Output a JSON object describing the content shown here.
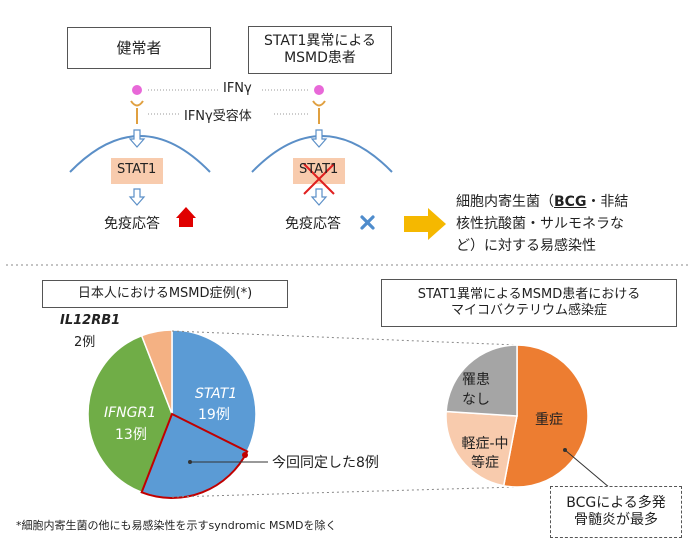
{
  "top": {
    "healthy_label": "健常者",
    "patient_label_line1": "STAT1異常による",
    "patient_label_line2": "MSMD患者",
    "ifng_label": "IFNγ",
    "receptor_label": "IFNγ受容体",
    "stat1_label": "STAT1",
    "immune_label": "免疫応答",
    "result_line1": "細胞内寄生菌（",
    "result_bcg": "BCG",
    "result_line1_tail": "・非結",
    "result_line2": "核性抗酸菌・サルモネラな",
    "result_line3": "ど）に対する易感染性"
  },
  "bottom_left": {
    "title": "日本人におけるMSMD症例(*)",
    "callout_label": "今回同定した8例",
    "footnote": "*細胞内寄生菌の他にも易感染性を示すsyndromic MSMDを除く"
  },
  "bottom_right": {
    "title_line1": "STAT1異常によるMSMD患者における",
    "title_line2": "マイコバクテリウム感染症",
    "callout_line1": "BCGによる多発",
    "callout_line2": "骨髄炎が最多"
  },
  "colors": {
    "stat1": "#5b9bd5",
    "ifngr1": "#70ad47",
    "il12rb1": "#f4b183",
    "severe": "#ed7d31",
    "mild": "#f8cbad",
    "none": "#a5a5a5",
    "highlight": "#c00000",
    "arrow_up": "#e00000",
    "cross": "#4f8ccc",
    "big_arrow": "#f5b800"
  },
  "chart_data": [
    {
      "type": "pie",
      "title": "日本人におけるMSMD症例(*)",
      "slices": [
        {
          "name": "STAT1",
          "value": 19,
          "count_label": "19例",
          "italic": true
        },
        {
          "name": "IFNGR1",
          "value": 13,
          "count_label": "13例",
          "italic": true
        },
        {
          "name": "IL12RB1",
          "value": 2,
          "count_label": "2例",
          "italic": true
        }
      ],
      "highlight_value": 8
    },
    {
      "type": "pie",
      "title": "STAT1異常によるMSMD患者におけるマイコバクテリウム感染症",
      "slices": [
        {
          "name": "重症",
          "value": 53
        },
        {
          "name": "軽症-中等症",
          "value": 23
        },
        {
          "name": "罹患なし",
          "value": 24
        }
      ]
    }
  ]
}
